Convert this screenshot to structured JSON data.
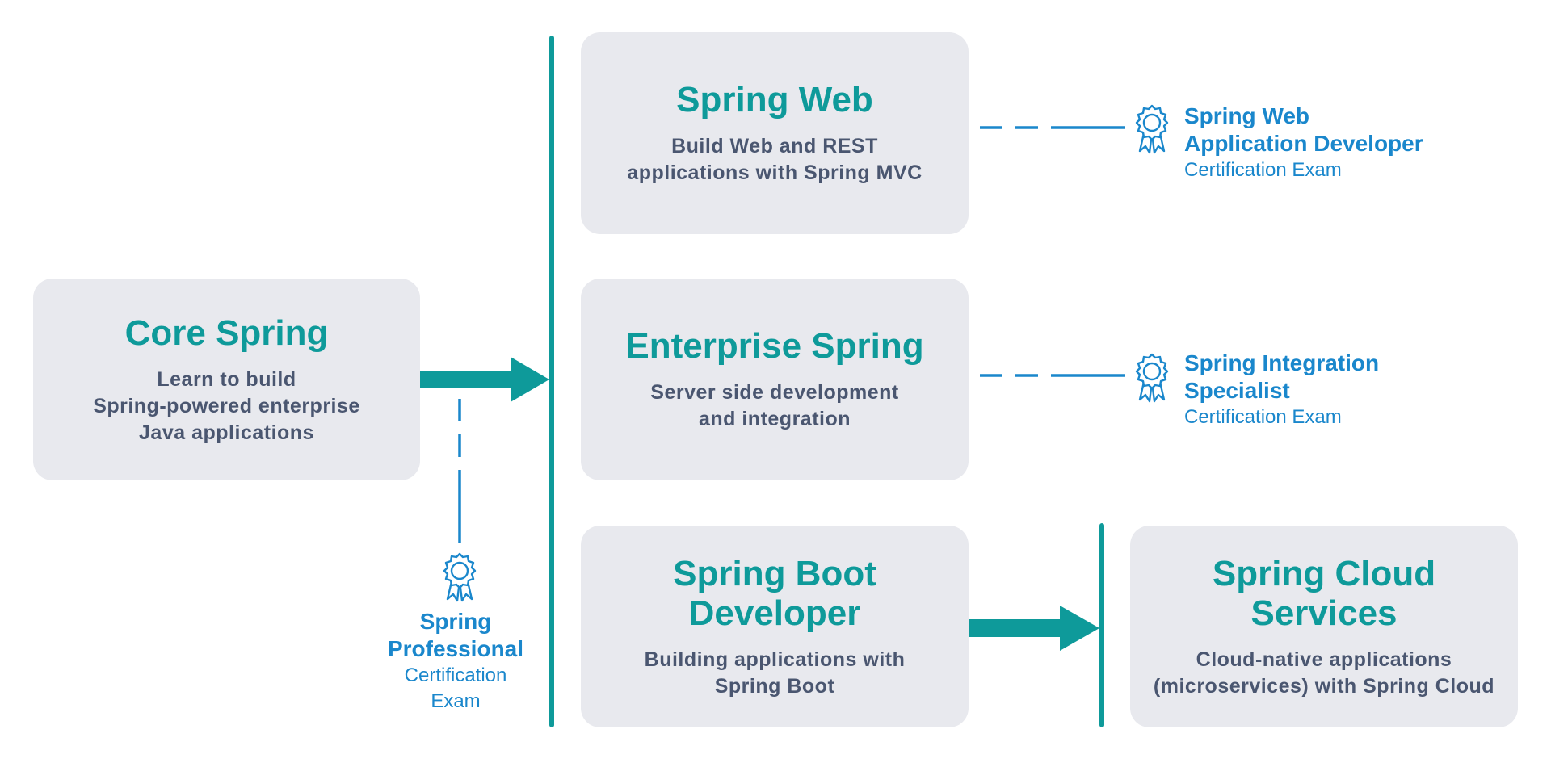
{
  "colors": {
    "box_bg": "#e8e9ee",
    "teal": "#0e9a9a",
    "desc": "#4a5670",
    "cert_blue": "#1a87cc"
  },
  "boxes": {
    "core": {
      "title": "Core Spring",
      "desc": [
        "Learn to build",
        "Spring-powered enterprise",
        "Java applications"
      ]
    },
    "web": {
      "title": "Spring Web",
      "desc": [
        "Build Web and REST",
        "applications with Spring MVC"
      ]
    },
    "enterprise": {
      "title": "Enterprise Spring",
      "desc": [
        "Server side development",
        "and integration"
      ]
    },
    "boot": {
      "title": [
        "Spring Boot",
        "Developer"
      ],
      "desc": [
        "Building applications with",
        "Spring Boot"
      ]
    },
    "cloud": {
      "title": [
        "Spring Cloud",
        "Services"
      ],
      "desc": [
        "Cloud-native applications",
        "(microservices) with Spring Cloud"
      ]
    }
  },
  "certs": {
    "web": {
      "name": [
        "Spring Web",
        "Application Developer"
      ],
      "sub": [
        "Certification Exam"
      ]
    },
    "integration": {
      "name": [
        "Spring Integration",
        "Specialist"
      ],
      "sub": [
        "Certification Exam"
      ]
    },
    "professional": {
      "name": [
        "Spring",
        "Professional"
      ],
      "sub": [
        "Certification",
        "Exam"
      ]
    }
  },
  "icons": {
    "certification_badge": "award-ribbon-icon",
    "arrow": "arrow-right-icon"
  }
}
